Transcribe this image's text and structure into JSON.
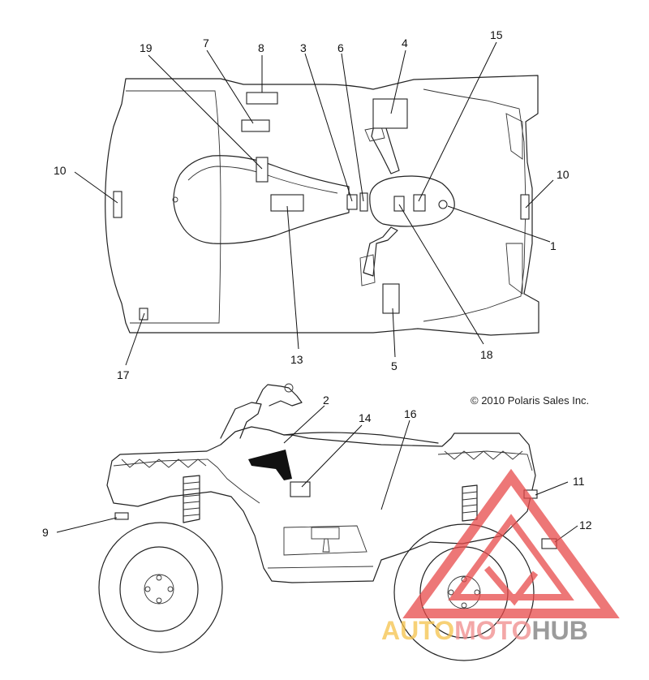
{
  "diagram": {
    "copyright": "© 2010 Polaris Sales Inc.",
    "callouts": {
      "c1": "1",
      "c2": "2",
      "c3": "3",
      "c4": "4",
      "c5": "5",
      "c6": "6",
      "c7": "7",
      "c8": "8",
      "c9": "9",
      "c10a": "10",
      "c10b": "10",
      "c11": "11",
      "c12": "12",
      "c13": "13",
      "c14": "14",
      "c15": "15",
      "c16": "16",
      "c17": "17",
      "c18": "18",
      "c19": "19"
    }
  },
  "watermark": {
    "part1": "AUTO",
    "part2": "MOTO",
    "part3": "HUB",
    "colors": {
      "part1": "#f5c24a",
      "part2": "#f08a8a",
      "part3": "#7a7a7a",
      "triangle": "#e84a4a"
    }
  }
}
